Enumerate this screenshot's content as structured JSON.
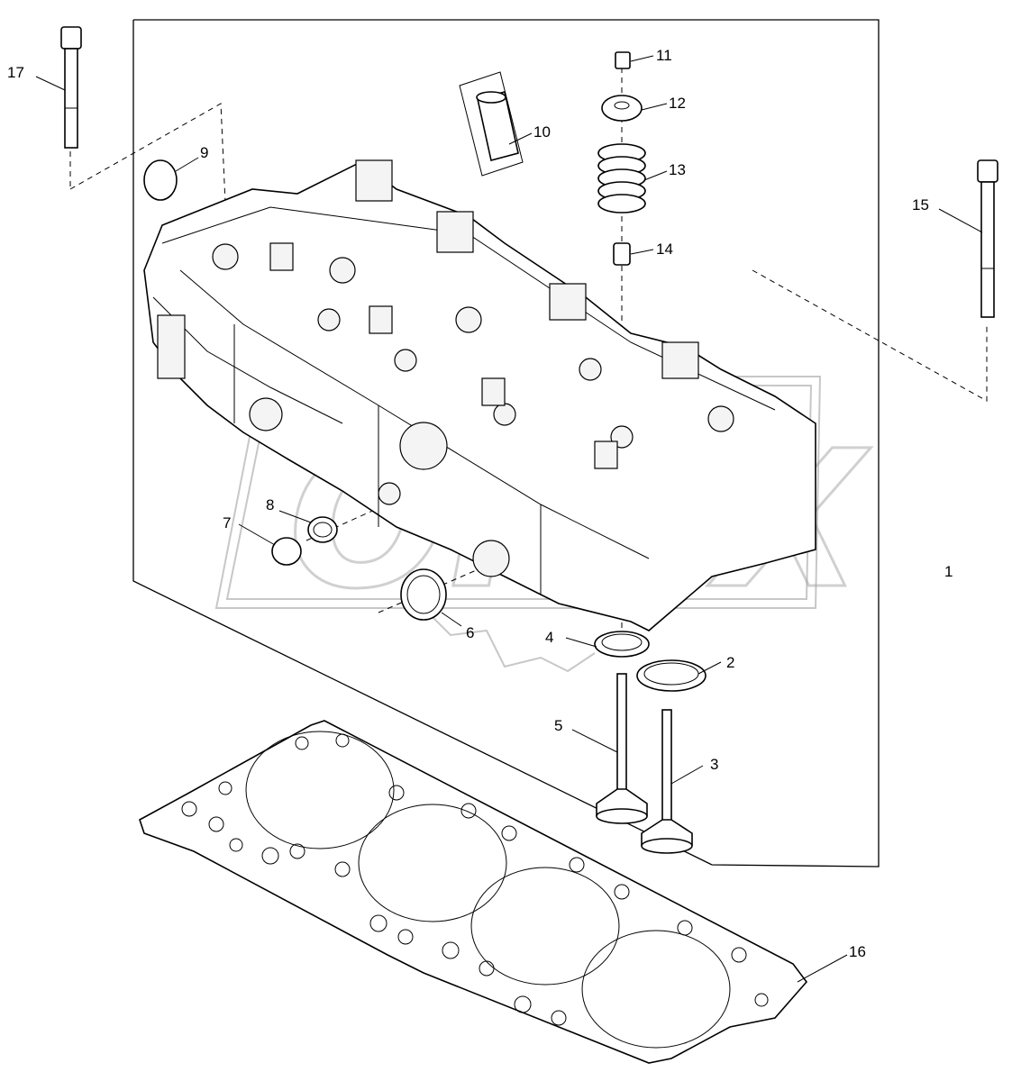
{
  "diagram": {
    "callouts": [
      "1",
      "2",
      "3",
      "4",
      "5",
      "6",
      "7",
      "8",
      "9",
      "10",
      "11",
      "12",
      "13",
      "14",
      "15",
      "16",
      "17"
    ],
    "watermark": "OPEX"
  }
}
